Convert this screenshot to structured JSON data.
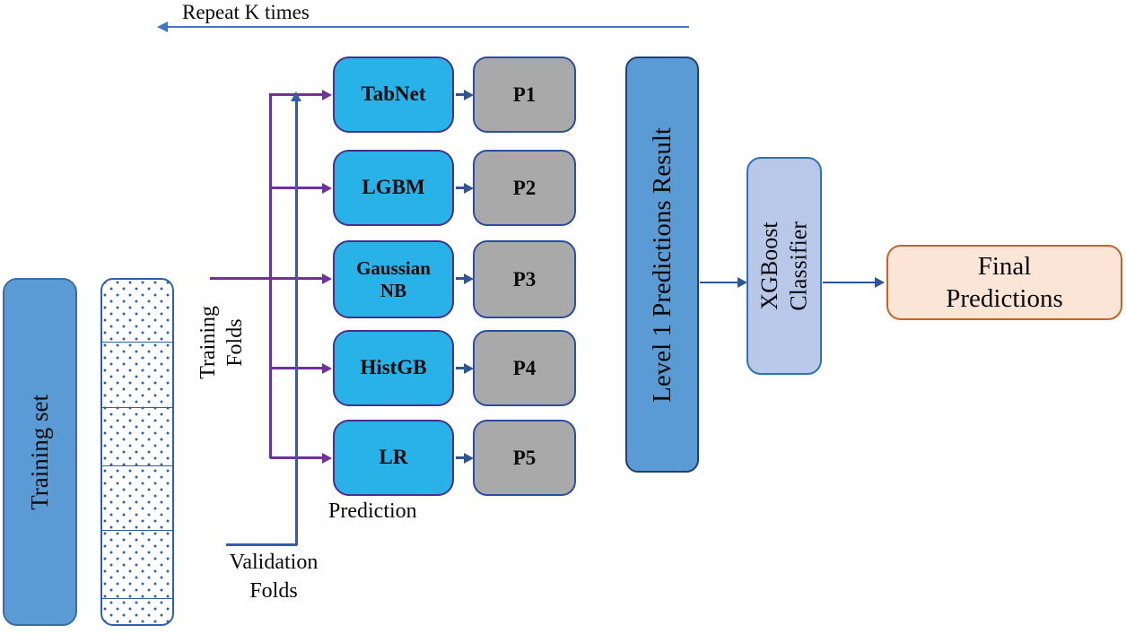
{
  "labels": {
    "repeat": "Repeat K times",
    "training_set": "Training set",
    "training_folds": "Training\nFolds",
    "validation_folds": "Validation\nFolds",
    "prediction": "Prediction",
    "level1": "Level 1 Predictions Result",
    "xgboost": "XGBoost\nClassifier",
    "final_predictions": "Final\nPredictions"
  },
  "models": [
    {
      "name": "TabNet",
      "output": "P1"
    },
    {
      "name": "LGBM",
      "output": "P2"
    },
    {
      "name": "Gaussian\nNB",
      "output": "P3"
    },
    {
      "name": "HistGB",
      "output": "P4"
    },
    {
      "name": "LR",
      "output": "P5"
    }
  ],
  "folds": {
    "segment_count": 6
  },
  "colors": {
    "blue-fill": "#5B9BD5",
    "blue-border": "#3A6FA5",
    "cyan-fill": "#29B2E8",
    "cyan-border": "#45308F",
    "gray-fill": "#A9A9A9",
    "gray-border": "#2B4EA2",
    "lavender-fill": "#B9C8E9",
    "lavender-border": "#2E74B5",
    "peach-fill": "#FBE5D6",
    "peach-border": "#C9622B",
    "purple-arrow": "#7030A0",
    "blue-arrow": "#2E5597",
    "repeat-line": "#4472C4",
    "fold-line": "#2E5FAC",
    "text": "#0A0A0A"
  }
}
